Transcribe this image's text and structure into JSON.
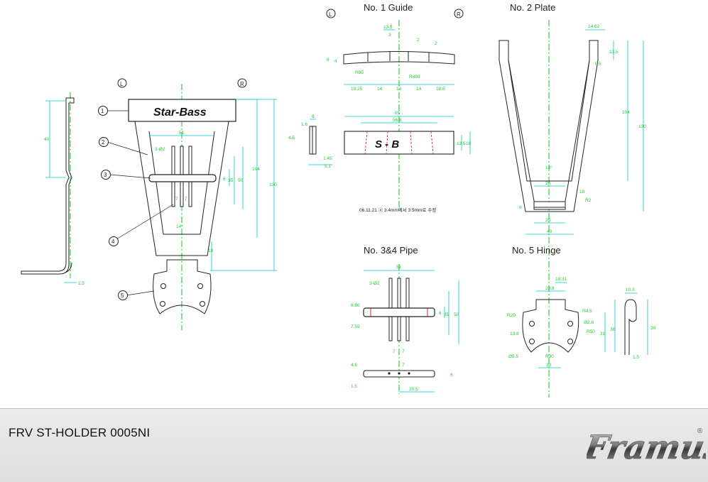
{
  "titles": {
    "guide": "No. 1 Guide",
    "plate": "No. 2 Plate",
    "pipe": "No. 3&4 Pipe",
    "hinge": "No. 5 Hinge"
  },
  "markers": {
    "left": "L",
    "right": "R",
    "balloons": [
      "1",
      "2",
      "3",
      "4",
      "5"
    ]
  },
  "engraving": {
    "brand": "Star-Bass",
    "guide_letters": "S - B"
  },
  "note": "06.11.21  ⓐ 3.4mm에서 3.5mm로 수정",
  "footer": {
    "code": "FRV ST-HOLDER 0005NI",
    "logo_text": "Framus",
    "registered": "®"
  },
  "dimensions": {
    "side_view": [
      "40",
      "1.5"
    ],
    "assembly": [
      "51",
      "3-Ø2",
      "7",
      "7",
      "6",
      "35",
      "50",
      "104",
      "130",
      "14°",
      "18"
    ],
    "guide_top": [
      "13.5",
      "3",
      "2",
      "2",
      "8",
      "4",
      "R95",
      "R480",
      "19.25",
      "14",
      "14",
      "14",
      "18.6"
    ],
    "guide_front": [
      "65",
      "56.8",
      "13.5",
      "18"
    ],
    "guide_side": [
      "8",
      "1.6",
      "4.5",
      "1.45",
      "5.1"
    ],
    "plate": [
      "14.62",
      "13.5",
      "R5",
      "104",
      "130",
      "14°",
      "26",
      "R2",
      "8",
      "18",
      "25",
      "40"
    ],
    "pipe": [
      "51",
      "3-Ø2",
      "6.86",
      "7.59",
      "6",
      "35",
      "50",
      "7",
      "7",
      "4.6",
      "7",
      "1.5",
      "25.5",
      "6"
    ],
    "hinge": [
      "18.31",
      "23.8",
      "R20",
      "R4.5",
      "Ø2.6",
      "R50",
      "13.8",
      "Ø5.5",
      "R30",
      "30",
      "31",
      "38",
      "10.3",
      "30",
      "1.5"
    ]
  }
}
